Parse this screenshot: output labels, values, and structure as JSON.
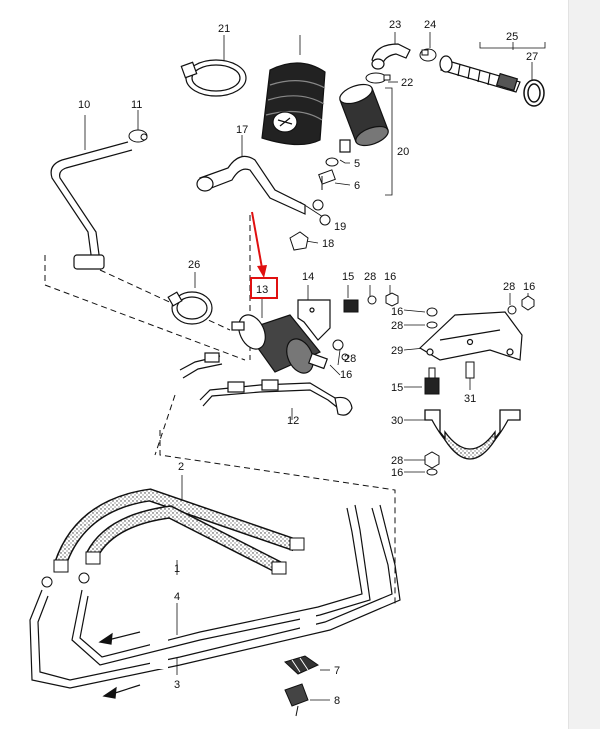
{
  "colors": {
    "ink": "#111111",
    "highlight": "#e01010",
    "shade": "#555555"
  },
  "highlighted_part": "13",
  "callouts": {
    "c1": "1",
    "c2": "2",
    "c3": "3",
    "c4": "4",
    "c5": "5",
    "c6": "6",
    "c7": "7",
    "c8": "8",
    "c10": "10",
    "c11": "11",
    "c12": "12",
    "c13": "13",
    "c14": "14",
    "c15a": "15",
    "c15b": "15",
    "c16a": "16",
    "c16b": "16",
    "c16c": "16",
    "c16d": "16",
    "c16e": "16",
    "c17": "17",
    "c18": "18",
    "c19": "19",
    "c20": "20",
    "c21": "21",
    "c22": "22",
    "c23": "23",
    "c24": "24",
    "c25": "25",
    "c26": "26",
    "c27": "27",
    "c28a": "28",
    "c28b": "28",
    "c28c": "28",
    "c28d": "28",
    "c28e": "28",
    "c29": "29",
    "c30": "30",
    "c31": "31"
  }
}
